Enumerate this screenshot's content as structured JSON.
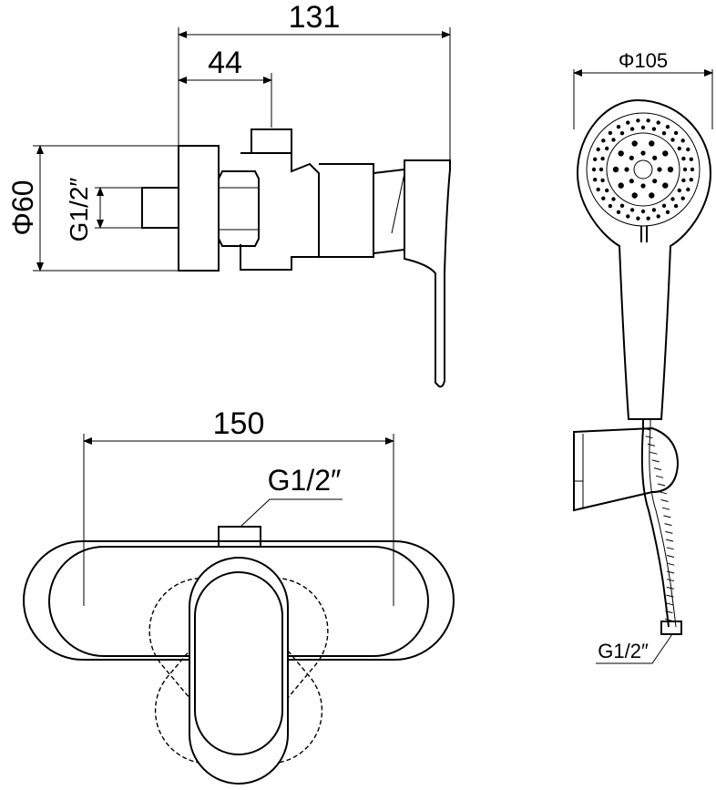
{
  "dimensions": {
    "side_total_width": "131",
    "side_inlet_offset": "44",
    "wall_plate_diameter": "Φ60",
    "wall_thread": "G1/2″",
    "front_width": "150",
    "front_outlet_thread": "G1/2″",
    "handshower_diameter": "Φ105",
    "hose_thread": "G1/2″"
  }
}
